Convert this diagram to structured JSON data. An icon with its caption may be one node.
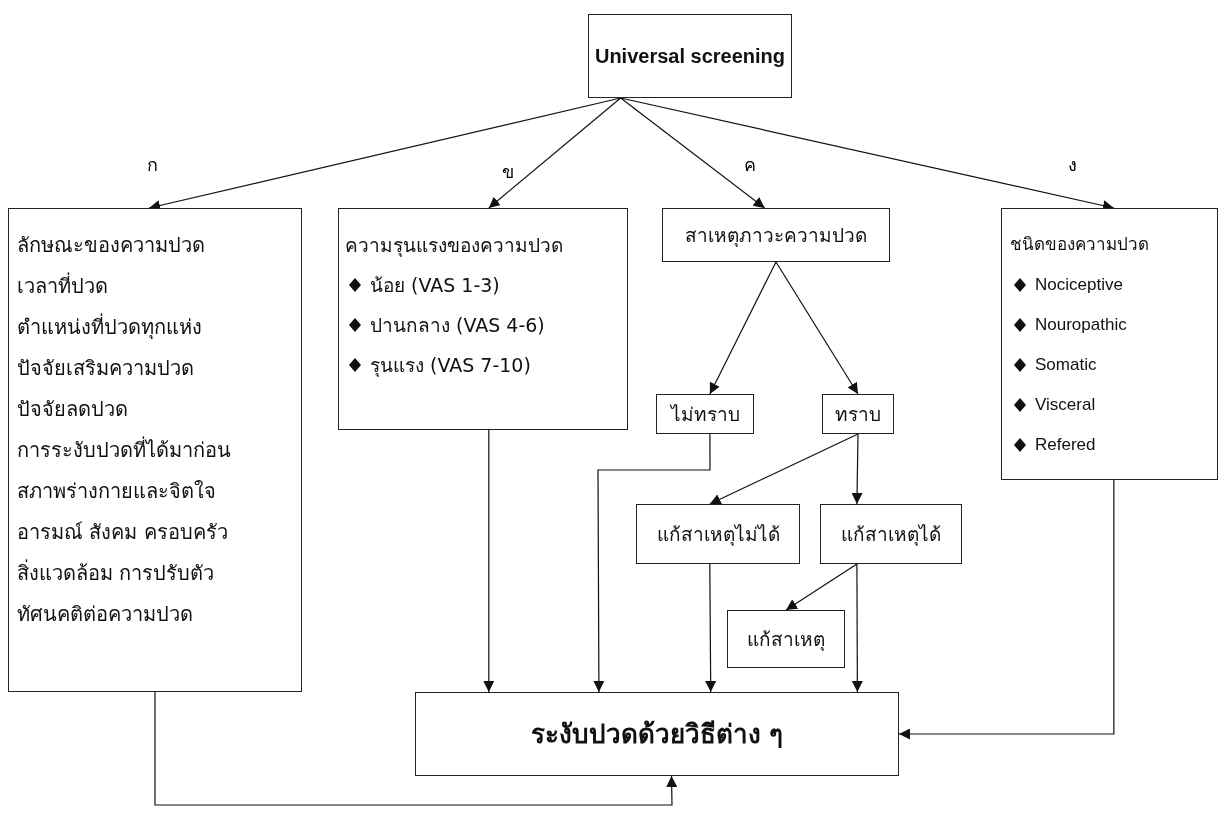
{
  "diagram": {
    "nodes": [
      {
        "text": [
          "Universal screening"
        ]
      },
      {
        "text": [
          "ลักษณะของความปวด",
          "เวลาที่ปวด",
          "ตำแหน่งที่ปวดทุกแห่ง",
          "ปัจจัยเสริมความปวด",
          "ปัจจัยลดปวด",
          "การระงับปวดที่ได้มาก่อน",
          "สภาพร่างกายและจิตใจ",
          "อารมณ์ สังคม ครอบครัว",
          "สิ่งแวดล้อม การปรับตัว",
          "ทัศนคติต่อความปวด"
        ]
      },
      {
        "text": [
          "ความรุนแรงของความปวด",
          "น้อย (VAS 1-3)",
          "ปานกลาง (VAS 4-6)",
          "รุนแรง (VAS 7-10)"
        ]
      },
      {
        "text": [
          "สาเหตุภาวะความปวด"
        ]
      },
      {
        "text": [
          "ไม่ทราบ"
        ]
      },
      {
        "text": [
          "ทราบ"
        ]
      },
      {
        "text": [
          "แก้สาเหตุไม่ได้"
        ]
      },
      {
        "text": [
          "แก้สาเหตุได้"
        ]
      },
      {
        "text": [
          "แก้สาเหตุ"
        ]
      },
      {
        "text": [
          "ชนิดของความปวด",
          "Nociceptive",
          "Nouropathic",
          "Somatic",
          "Visceral",
          "Refered"
        ]
      },
      {
        "text": [
          "ระงับปวดด้วยวิธีต่าง ๆ"
        ]
      }
    ],
    "edges": [
      {
        "from": 0,
        "to": 1,
        "arrow": "to",
        "label": "ก"
      },
      {
        "from": 0,
        "to": 2,
        "arrow": "to",
        "label": "ข"
      },
      {
        "from": 0,
        "to": 3,
        "arrow": "to",
        "label": "ค"
      },
      {
        "from": 0,
        "to": 9,
        "arrow": "to",
        "label": "ง"
      },
      {
        "from": 3,
        "to": 4,
        "arrow": "to"
      },
      {
        "from": 3,
        "to": 5,
        "arrow": "to"
      },
      {
        "from": 5,
        "to": 6,
        "arrow": "to"
      },
      {
        "from": 5,
        "to": 7,
        "arrow": "to"
      },
      {
        "from": 7,
        "to": 8,
        "arrow": "to"
      },
      {
        "from": 1,
        "to": 10,
        "arrow": "to"
      },
      {
        "from": 2,
        "to": 10,
        "arrow": "to"
      },
      {
        "from": 4,
        "to": 10,
        "arrow": "to"
      },
      {
        "from": 6,
        "to": 10,
        "arrow": "to"
      },
      {
        "from": 7,
        "to": 10,
        "arrow": "to"
      },
      {
        "from": 9,
        "to": 10,
        "arrow": "to"
      }
    ]
  }
}
